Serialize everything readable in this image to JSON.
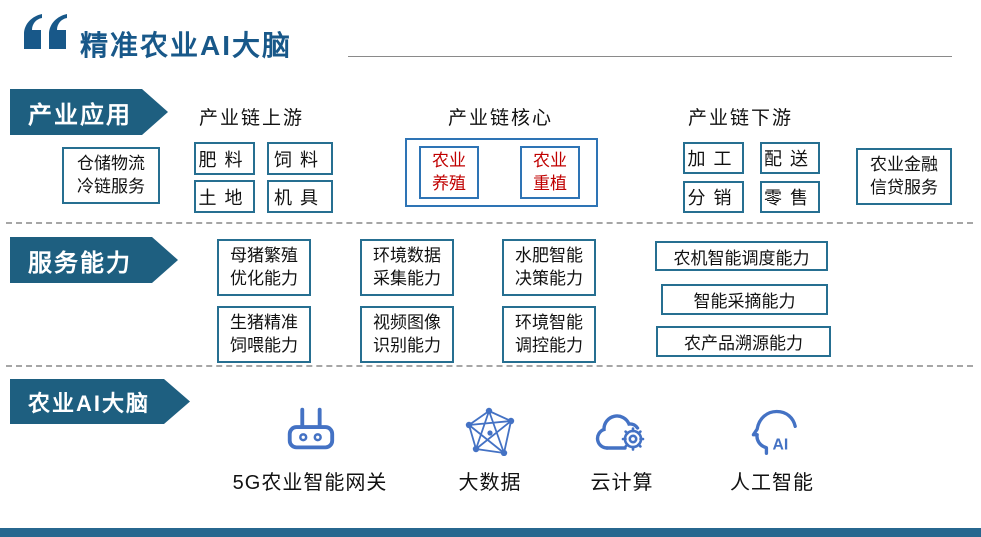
{
  "header": {
    "title": "精准农业AI大脑"
  },
  "rows": {
    "industry": {
      "banner": "产业应用",
      "warehouse": {
        "l1": "仓储物流",
        "l2": "冷链服务"
      },
      "upstream": {
        "title": "产业链上游",
        "items": [
          "肥料",
          "饲料",
          "土地",
          "机具"
        ]
      },
      "core": {
        "title": "产业链核心",
        "items": [
          {
            "l1": "农业",
            "l2": "养殖"
          },
          {
            "l1": "农业",
            "l2": "重植"
          }
        ]
      },
      "downstream": {
        "title": "产业链下游",
        "items": [
          "加工",
          "配送",
          "分销",
          "零售"
        ]
      },
      "finance": {
        "l1": "农业金融",
        "l2": "信贷服务"
      }
    },
    "services": {
      "banner": "服务能力",
      "boxes2": [
        {
          "l1": "母猪繁殖",
          "l2": "优化能力"
        },
        {
          "l1": "生猪精准",
          "l2": "饲喂能力"
        },
        {
          "l1": "环境数据",
          "l2": "采集能力"
        },
        {
          "l1": "视频图像",
          "l2": "识别能力"
        },
        {
          "l1": "水肥智能",
          "l2": "决策能力"
        },
        {
          "l1": "环境智能",
          "l2": "调控能力"
        }
      ],
      "boxes1": [
        "农机智能调度能力",
        "智能采摘能力",
        "农产品溯源能力"
      ]
    },
    "brain": {
      "banner": "农业AI大脑",
      "items": [
        {
          "icon": "router-icon",
          "label": "5G农业智能网关"
        },
        {
          "icon": "network-icon",
          "label": "大数据"
        },
        {
          "icon": "cloud-gear-icon",
          "label": "云计算"
        },
        {
          "icon": "ai-head-icon",
          "label": "人工智能"
        }
      ]
    }
  },
  "colors": {
    "banner_blue": "#1E5F80",
    "box_border_teal": "#266F91",
    "core_border_blue": "#2E74B5",
    "core_text_red": "#C00000",
    "icon_blue": "#4472C4",
    "title_blue": "#185889"
  }
}
